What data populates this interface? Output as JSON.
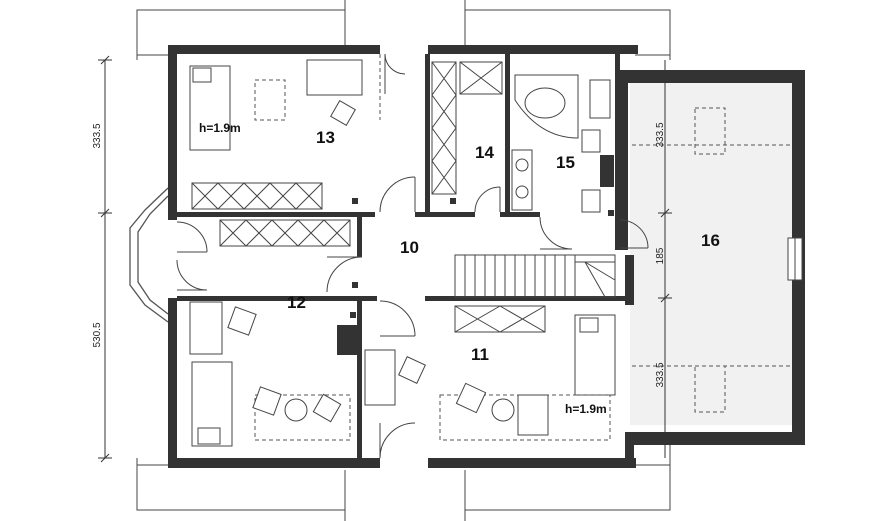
{
  "rooms": {
    "r10": "10",
    "r11": "11",
    "r12": "12",
    "r13": "13",
    "r14": "14",
    "r15": "15",
    "r16": "16"
  },
  "height_notes": {
    "room13": "h=1.9m",
    "room11": "h=1.9m"
  },
  "dimensions": {
    "left_top": "333.5",
    "left_bottom": "530.5",
    "right_top": "333.5",
    "right_middle": "185",
    "right_bottom": "333.5"
  },
  "colors": {
    "wall": "#333333",
    "line": "#444444",
    "terrace_fill": "#f1f1f1"
  }
}
